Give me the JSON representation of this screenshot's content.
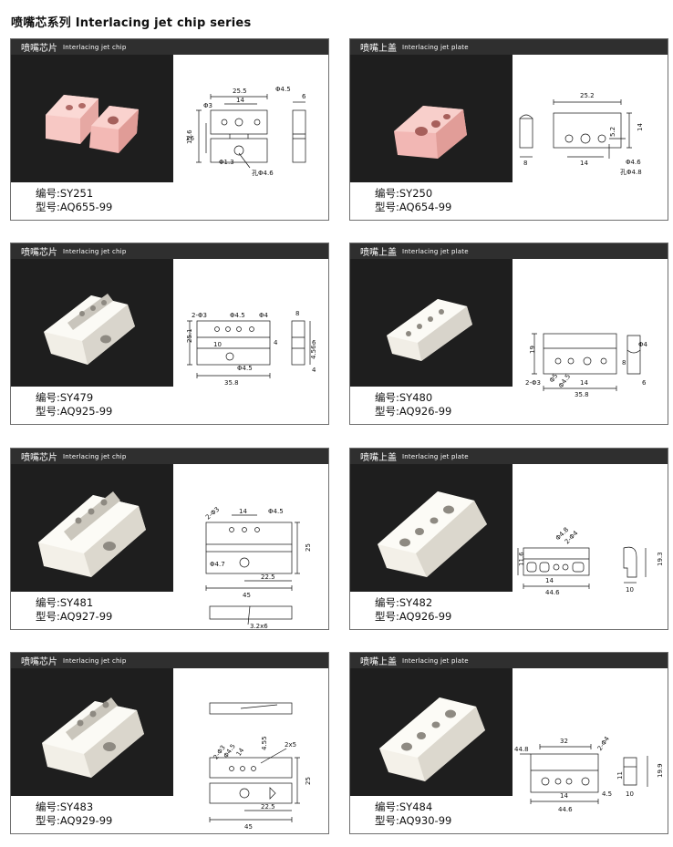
{
  "title": "喷嘴芯系列  Interlacing jet chip series",
  "labels": {
    "code_prefix": "编号:",
    "model_prefix": "型号:"
  },
  "colors": {
    "header_bg": "#2f2f2f",
    "photo_bg": "#1e1e1e",
    "ceramic_pink": "#f2b7b4",
    "ceramic_white": "#f4f1ea"
  },
  "cards": [
    {
      "header_cn": "喷嘴芯片",
      "header_en": "Interlacing jet chip",
      "code": "SY251",
      "model": "AQ655-99",
      "dims": [
        "25.5",
        "14",
        "Φ3",
        "Φ4.5",
        "26",
        "15.6",
        "Φ1.3",
        "孔Φ4.6",
        "6"
      ]
    },
    {
      "header_cn": "喷嘴上盖",
      "header_en": "Interlacing jet plate",
      "code": "SY250",
      "model": "AQ654-99",
      "dims": [
        "25.2",
        "14",
        "5.2",
        "Φ4.6",
        "孔Φ4.8",
        "8",
        "14"
      ]
    },
    {
      "header_cn": "喷嘴芯片",
      "header_en": "Interlacing jet chip",
      "code": "SY479",
      "model": "AQ925-99",
      "dims": [
        "2-Φ3",
        "Φ4.5",
        "Φ4",
        "25.1",
        "10",
        "4",
        "Φ4.5",
        "35.8",
        "8",
        "6",
        "4.56",
        "4"
      ]
    },
    {
      "header_cn": "喷嘴上盖",
      "header_en": "Interlacing jet plate",
      "code": "SY480",
      "model": "AQ926-99",
      "dims": [
        "19",
        "2-Φ3",
        "Φ5",
        "Φ4.5",
        "14",
        "35.8",
        "Φ4",
        "8",
        "6"
      ]
    },
    {
      "header_cn": "喷嘴芯片",
      "header_en": "Interlacing jet chip",
      "code": "SY481",
      "model": "AQ927-99",
      "dims": [
        "2-Φ3",
        "14",
        "Φ4.5",
        "25",
        "Φ4.7",
        "22.5",
        "45",
        "3.2x6"
      ]
    },
    {
      "header_cn": "喷嘴上盖",
      "header_en": "Interlacing jet plate",
      "code": "SY482",
      "model": "AQ926-99",
      "dims": [
        "Φ4.8",
        "2-Φ4",
        "11.6",
        "14",
        "44.6",
        "19.3",
        "10"
      ]
    },
    {
      "header_cn": "喷嘴芯片",
      "header_en": "Interlacing jet chip",
      "code": "SY483",
      "model": "AQ929-99",
      "dims": [
        "2-Φ3",
        "Φ4.5",
        "14",
        "4.55",
        "2x5",
        "25",
        "22.5",
        "45"
      ]
    },
    {
      "header_cn": "喷嘴上盖",
      "header_en": "Interlacing jet plate",
      "code": "SY484",
      "model": "AQ930-99",
      "dims": [
        "44.8",
        "32",
        "2-Φ4",
        "14",
        "44.6",
        "4.5",
        "11",
        "19.9",
        "10"
      ]
    }
  ]
}
